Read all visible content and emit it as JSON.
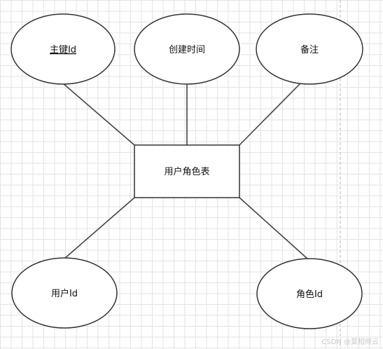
{
  "diagram": {
    "entity": {
      "label": "用户角色表"
    },
    "attributes": [
      {
        "id": "pk",
        "label": "主键Id",
        "is_key": true
      },
      {
        "id": "created",
        "label": "创建时间",
        "is_key": false
      },
      {
        "id": "note",
        "label": "备注",
        "is_key": false
      },
      {
        "id": "user",
        "label": "用户Id",
        "is_key": false
      },
      {
        "id": "role",
        "label": "角色Id",
        "is_key": false
      }
    ]
  },
  "watermark": {
    "text": "CSDN @莫相倾云"
  },
  "colors": {
    "stroke": "#333333",
    "grid": "#e3e3e3",
    "fill": "#ffffff"
  }
}
